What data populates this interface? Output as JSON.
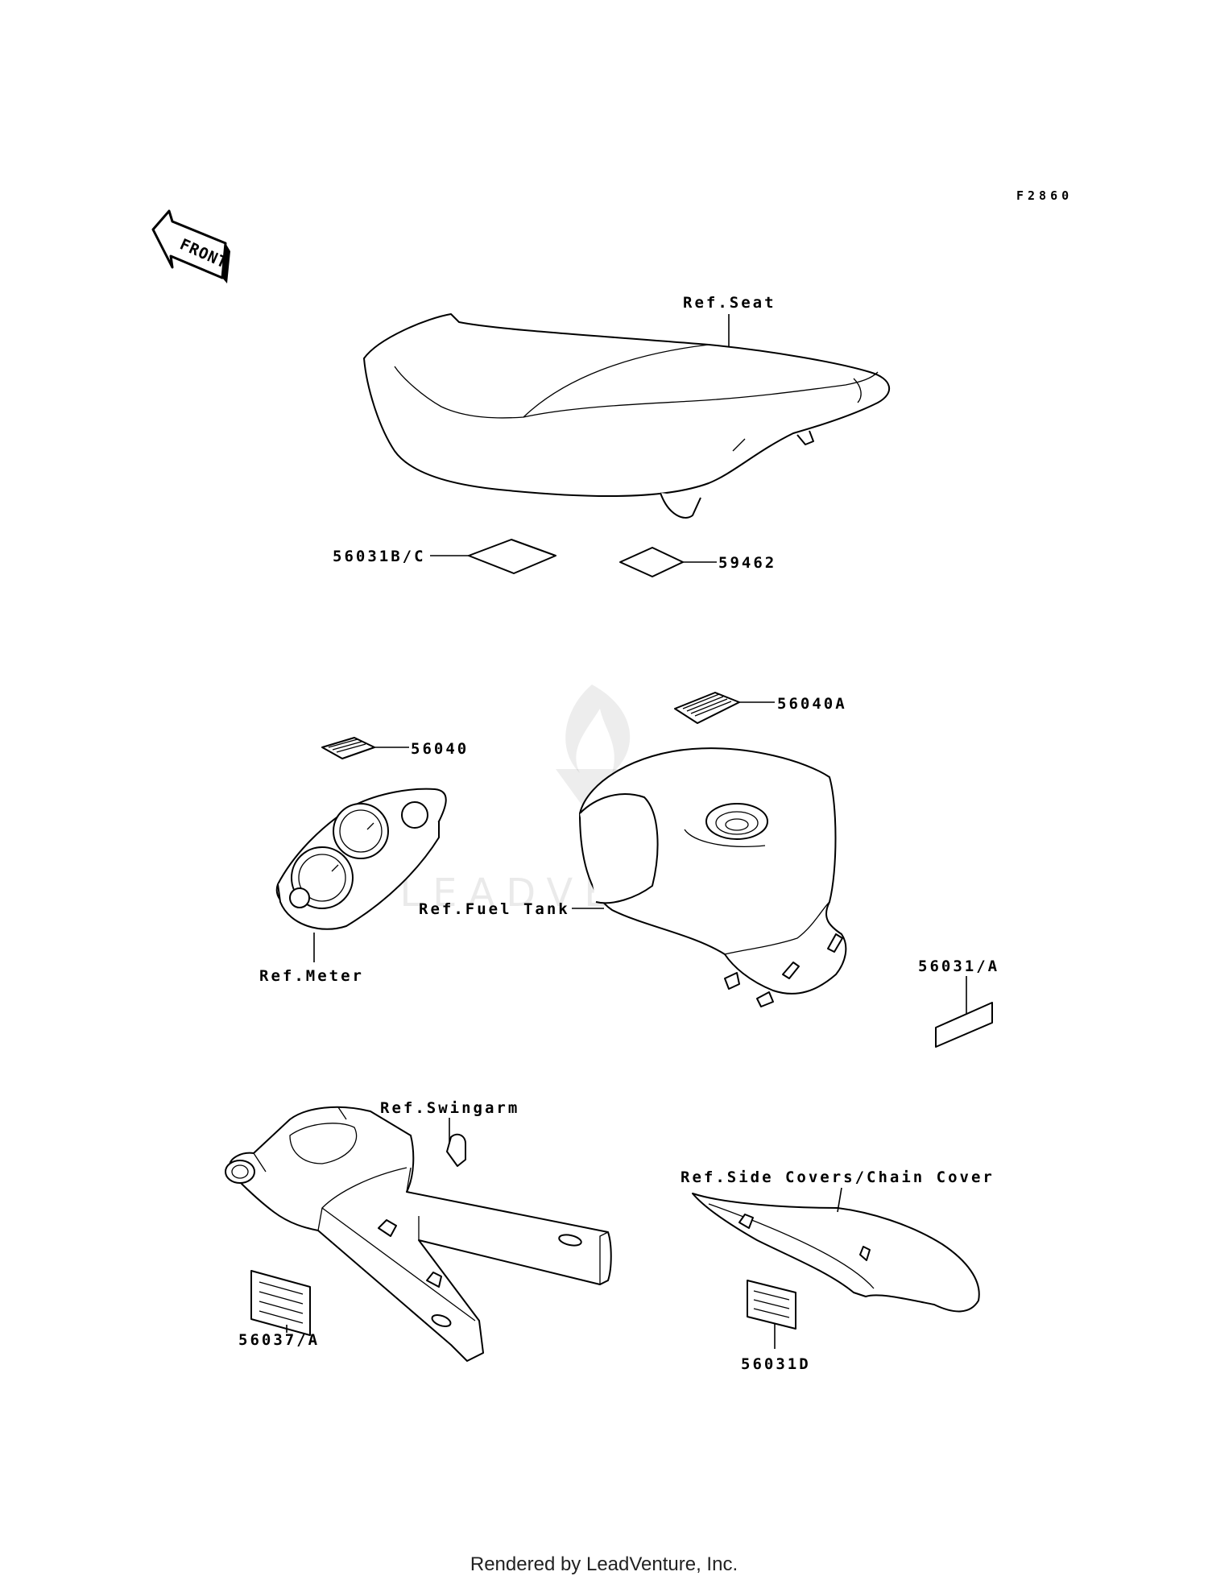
{
  "diagram": {
    "code": "F2860",
    "front_label": "FRONT",
    "watermark": "LEADVENTURE",
    "footer": "Rendered by LeadVenture, Inc.",
    "labels": {
      "seat": "Ref.Seat",
      "p56031bc": "56031B/C",
      "p59462": "59462",
      "p56040a": "56040A",
      "p56040": "56040",
      "fuel_tank": "Ref.Fuel Tank",
      "meter": "Ref.Meter",
      "p56031a": "56031/A",
      "swingarm": "Ref.Swingarm",
      "side_covers": "Ref.Side Covers/Chain Cover",
      "p56037a": "56037/A",
      "p56031d": "56031D"
    }
  }
}
